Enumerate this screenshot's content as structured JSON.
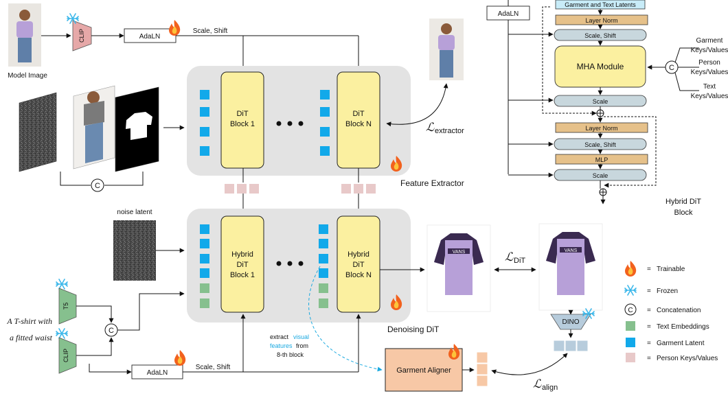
{
  "left": {
    "model_image_label": "Model Image",
    "clip_label": "CLIP",
    "adaln_top": "AdaLN",
    "scale_shift_top": "Scale, Shift",
    "noise_latent_label": "noise latent",
    "t5_label": "T5",
    "clip_label_bottom": "CLIP",
    "prompt_line1": "A T-shirt with",
    "prompt_line2": "a fitted waist",
    "adaln_bottom": "AdaLN",
    "scale_shift_bottom": "Scale, Shift",
    "concat_symbol": "C"
  },
  "feature_extractor": {
    "block1_line1": "DiT",
    "block1_line2": "Block 1",
    "blockN_line1": "DiT",
    "blockN_line2": "Block N",
    "title": "Feature Extractor",
    "loss_symbol": "ℒ",
    "loss_sub": "extractor"
  },
  "denoising": {
    "block1_line1": "Hybrid",
    "block1_line2": "DiT",
    "block1_line3": "Block 1",
    "blockN_line1": "Hybrid",
    "blockN_line2": "DiT",
    "blockN_line3": "Block N",
    "title": "Denoising DiT",
    "extract_line1a": "extract ",
    "extract_line1b": "visual",
    "extract_line2a": "features",
    "extract_line2b": " from",
    "extract_line3": "8-th block",
    "aligner_label": "Garment Aligner",
    "dino_label": "DINO",
    "loss_dit_symbol": "ℒ",
    "loss_dit_sub": "DiT",
    "loss_align_symbol": "ℒ",
    "loss_align_sub": "align",
    "shirt_text": "VANS"
  },
  "hybrid_block": {
    "adaln": "AdaLN",
    "garment_text_latents": "Garment and Text Latents",
    "layer_norm_1": "Layer Norm",
    "scale_shift_1": "Scale, Shift",
    "mha_module": "MHA Module",
    "scale_1": "Scale",
    "layer_norm_2": "Layer Norm",
    "scale_shift_2": "Scale, Shift",
    "mlp": "MLP",
    "scale_2": "Scale",
    "garment_kv_1": "Garment",
    "garment_kv_2": "Keys/Values",
    "person_kv_1": "Person",
    "person_kv_2": "Keys/Values",
    "text_kv_1": "Text",
    "text_kv_2": "Keys/Values",
    "title_1": "Hybrid DiT",
    "title_2": "Block"
  },
  "legend": {
    "eq": "=",
    "trainable": "Trainable",
    "frozen": "Frozen",
    "concatenation": "Concatenation",
    "text_embeddings": "Text Embeddings",
    "garment_latent": "Garment Latent",
    "person_kv": "Person Keys/Values"
  },
  "colors": {
    "panel": "#e3e3e3",
    "dit_block": "#fbf0a0",
    "garment_latent": "#12a9ea",
    "text_embedding": "#86c08e",
    "person_kv": "#e8c9c9",
    "module_tan": "#e6c18a",
    "pill_blue": "#c8d7dd",
    "green_trap": "#86c08e",
    "clip_pink": "#e6a8a8",
    "aligner": "#f7c8a6",
    "dino": "#b7ccdc",
    "header_cyan": "#c8ecf8",
    "shirt_purple": "#b7a0d8",
    "shirt_dark": "#3a2a50",
    "cyan_text": "#1aa9e0"
  },
  "icons": [
    "fire-icon",
    "snowflake-icon"
  ]
}
